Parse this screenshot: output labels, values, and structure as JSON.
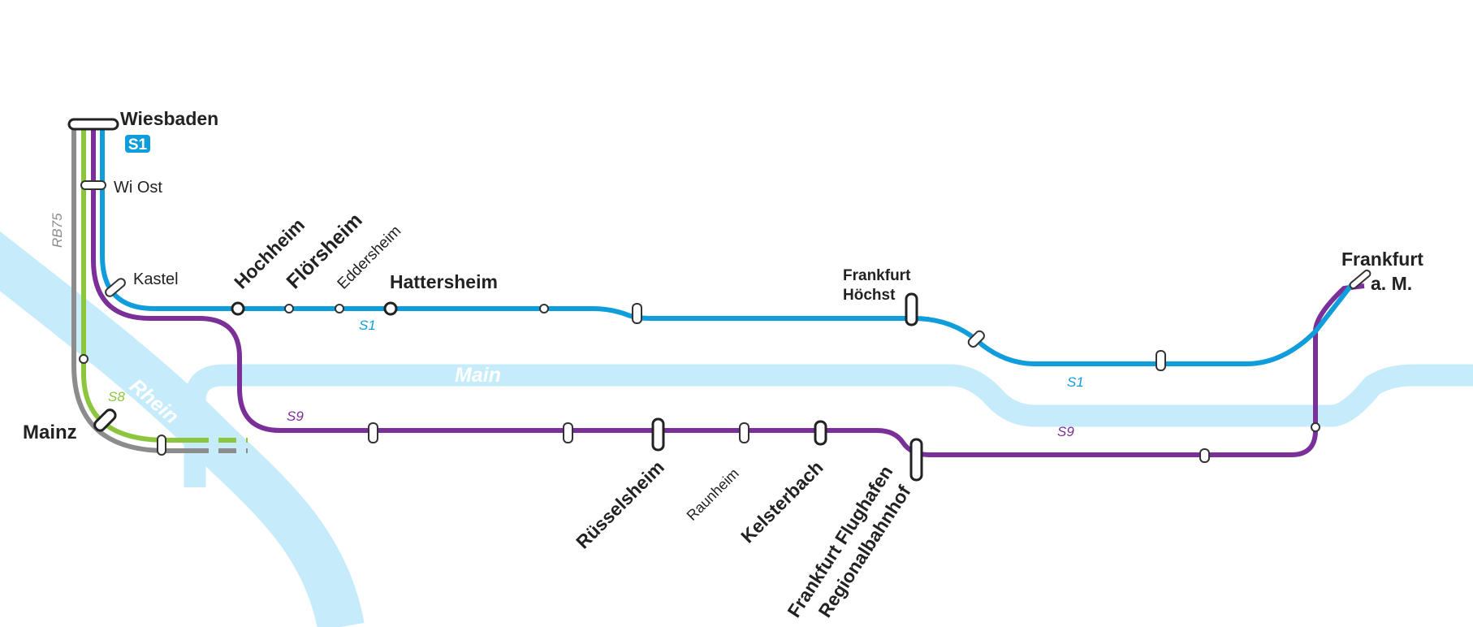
{
  "colors": {
    "s1": "#109ddc",
    "s9": "#7b2f98",
    "s8": "#8cc63f",
    "rb75": "#8c8c8c",
    "river": "#c6ecfb",
    "highlight": "#e30613",
    "badge": "#109ddc"
  },
  "badge": {
    "label": "S1"
  },
  "lines": {
    "s1": "S1",
    "s1_second": "S1",
    "s9": "S9",
    "s9_second": "S9",
    "s8": "S8",
    "rb75": "RB75"
  },
  "rivers": {
    "rhein": "Rhein",
    "main": "Main"
  },
  "stations": {
    "wiesbaden": "Wiesbaden",
    "wi_ost": "Wi Ost",
    "kastel": "Kastel",
    "mainz": "Mainz",
    "hochheim": "Hochheim",
    "floersheim": "Flörsheim",
    "eddersheim": "Eddersheim",
    "hattersheim": "Hattersheim",
    "hoechst_1": "Frankfurt",
    "hoechst_2": "Höchst",
    "frankfurt_1": "Frankfurt",
    "frankfurt_2": "a. M.",
    "ruesselsheim": "Rüsselsheim",
    "raunheim": "Raunheim",
    "kelsterbach": "Kelsterbach",
    "flughafen_1": "Frankfurt Flughafen",
    "flughafen_2": "Regionalbahnhof"
  }
}
